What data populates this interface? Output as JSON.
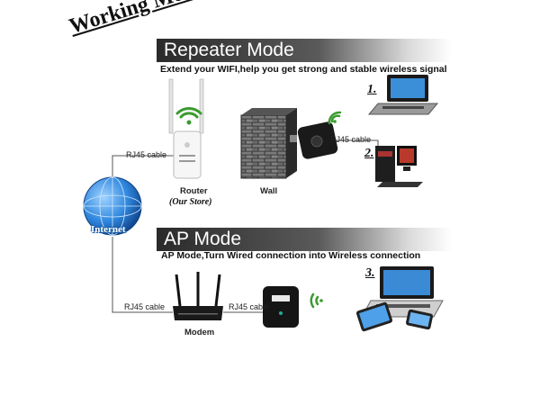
{
  "title": "Working Mode",
  "repeater": {
    "heading": "Repeater Mode",
    "subtitle": "Extend your WIFI,help you get strong and stable wireless signal",
    "cable1": "RJ45 cable",
    "cable2": "RJ45 cable",
    "router_label": "Router",
    "store_label": "(Our Store)",
    "wall_label": "Wall",
    "num1": "1.",
    "num2": "2."
  },
  "internet_label": "Internet",
  "ap": {
    "heading": "AP Mode",
    "subtitle": "AP Mode,Turn Wired connection into Wireless connection",
    "cable_left": "RJ45 cable",
    "cable_right": "RJ45 cable",
    "modem_label": "Modem",
    "num3": "3."
  },
  "colors": {
    "wifi_green": "#3a9a2f",
    "globe_blue": "#1e6fc4",
    "device_black": "#1a1a1a"
  }
}
